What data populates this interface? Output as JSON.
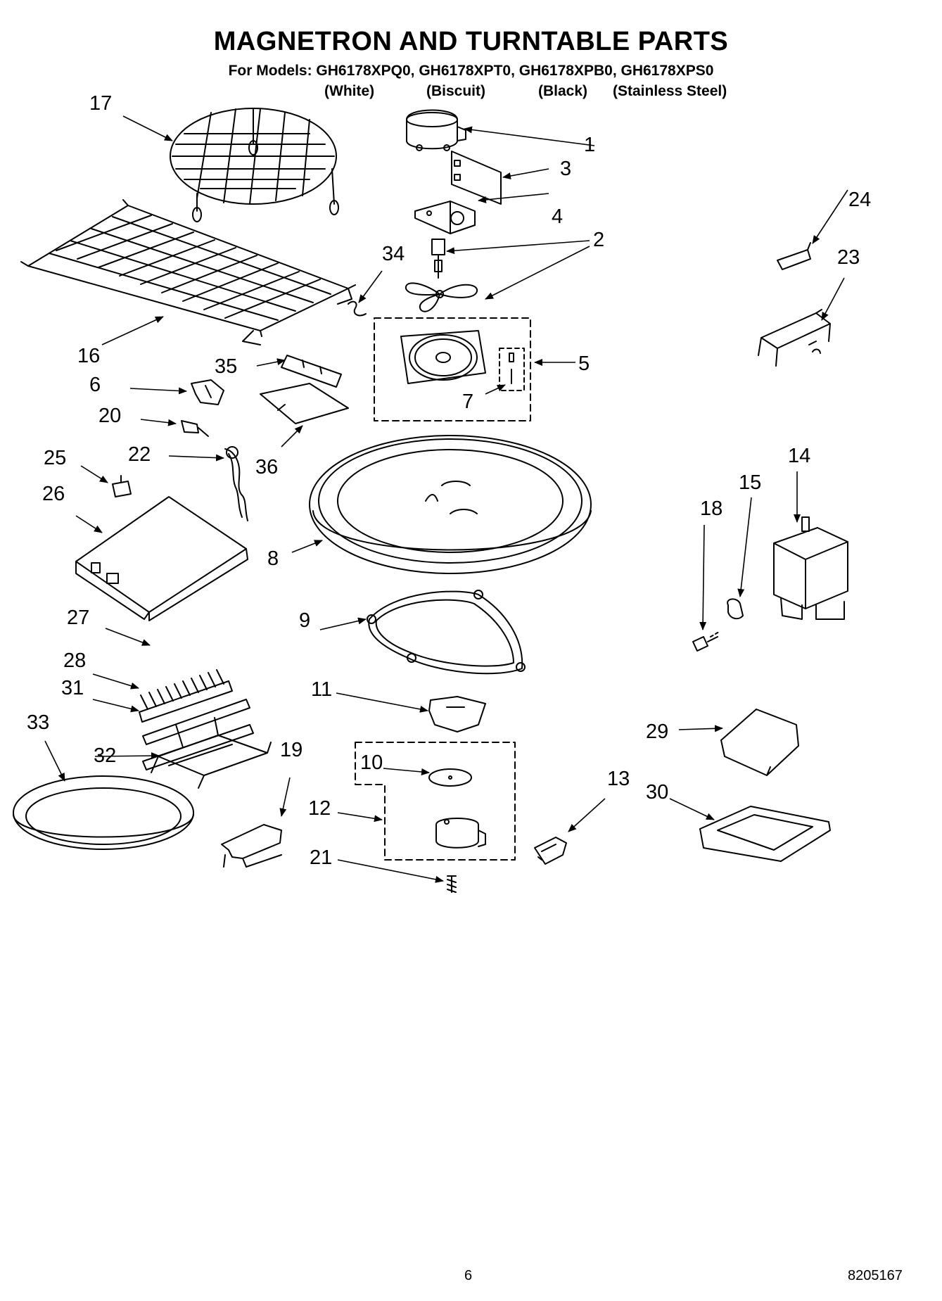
{
  "header": {
    "title": "MAGNETRON AND TURNTABLE PARTS",
    "models_line": "For Models: GH6178XPQ0, GH6178XPT0, GH6178XPB0, GH6178XPS0",
    "variants": [
      "(White)",
      "(Biscuit)",
      "(Black)",
      "(Stainless Steel)"
    ]
  },
  "callouts": [
    "1",
    "2",
    "3",
    "4",
    "5",
    "6",
    "7",
    "8",
    "9",
    "10",
    "11",
    "12",
    "13",
    "14",
    "15",
    "16",
    "17",
    "18",
    "19",
    "20",
    "21",
    "22",
    "23",
    "24",
    "25",
    "26",
    "27",
    "28",
    "29",
    "30",
    "31",
    "32",
    "33",
    "34",
    "35",
    "36"
  ],
  "footer": {
    "page_number": "6",
    "doc_number": "8205167"
  },
  "colors": {
    "ink": "#000000",
    "paper": "#ffffff"
  }
}
